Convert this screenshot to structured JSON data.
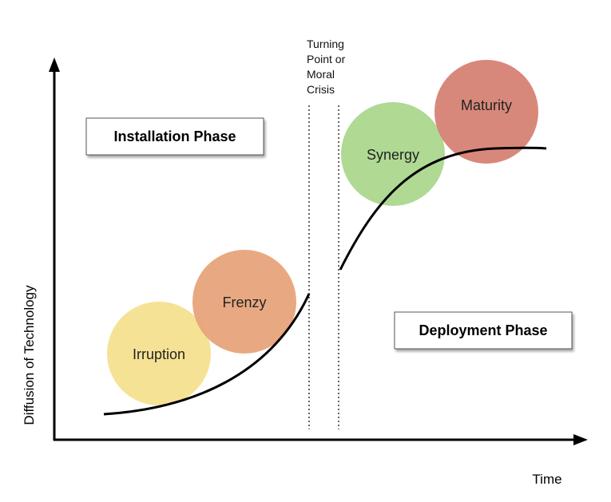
{
  "axes": {
    "x_label": "Time",
    "y_label": "Diffusion of Technology"
  },
  "turning_point": {
    "lines": [
      "Turning",
      "Point or",
      "Moral",
      "Crisis"
    ]
  },
  "phases": {
    "installation": "Installation Phase",
    "deployment": "Deployment Phase"
  },
  "stages": [
    {
      "label": "Irruption",
      "color": "#f5e08c"
    },
    {
      "label": "Frenzy",
      "color": "#e6a277"
    },
    {
      "label": "Synergy",
      "color": "#a9d68b"
    },
    {
      "label": "Maturity",
      "color": "#d57e6f"
    }
  ]
}
